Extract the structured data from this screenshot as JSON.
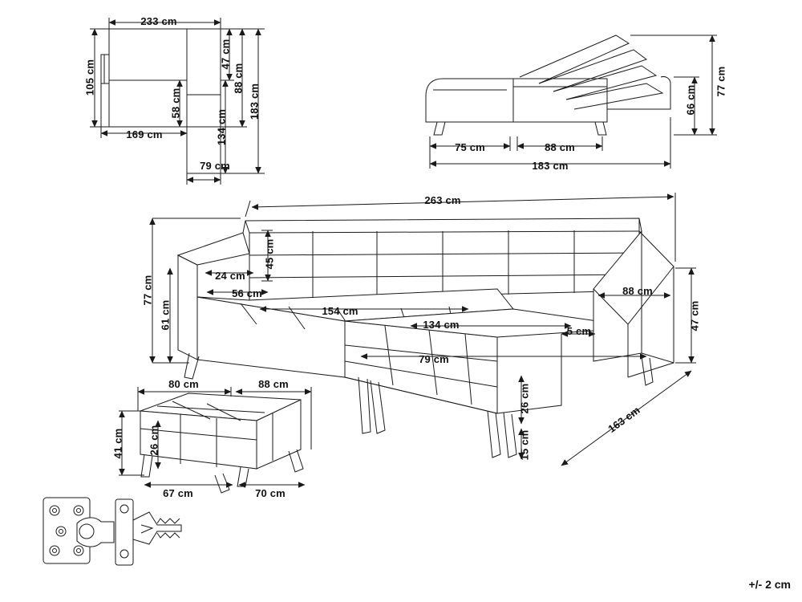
{
  "document": {
    "title": "Corner sofa bed technical dimension drawing",
    "tolerance_note": "+/- 2 cm",
    "units": "cm"
  },
  "views": {
    "top_view": {
      "name": "Top view (bed open)",
      "labels": [
        {
          "id": "top-233",
          "text": "233 cm",
          "orient": "h"
        },
        {
          "id": "top-105",
          "text": "105 cm",
          "orient": "v"
        },
        {
          "id": "top-47",
          "text": "47 cm",
          "orient": "v"
        },
        {
          "id": "top-58",
          "text": "58 cm",
          "orient": "v"
        },
        {
          "id": "top-88",
          "text": "88 cm",
          "orient": "v"
        },
        {
          "id": "top-134",
          "text": "134 cm",
          "orient": "v"
        },
        {
          "id": "top-183",
          "text": "183 cm",
          "orient": "v"
        },
        {
          "id": "top-169",
          "text": "169 cm",
          "orient": "h"
        },
        {
          "id": "top-79",
          "text": "79 cm",
          "orient": "h"
        }
      ]
    },
    "side_view": {
      "name": "Side view (reclining backrest)",
      "labels": [
        {
          "id": "side-66",
          "text": "66 cm",
          "orient": "v"
        },
        {
          "id": "side-77",
          "text": "77 cm",
          "orient": "v"
        },
        {
          "id": "side-75",
          "text": "75 cm",
          "orient": "h"
        },
        {
          "id": "side-88",
          "text": "88 cm",
          "orient": "h"
        },
        {
          "id": "side-183",
          "text": "183 cm",
          "orient": "h"
        }
      ]
    },
    "main_view": {
      "name": "Perspective view of corner sofa",
      "labels": [
        {
          "id": "main-263",
          "text": "263 cm",
          "orient": "h"
        },
        {
          "id": "main-77",
          "text": "77 cm",
          "orient": "v"
        },
        {
          "id": "main-61",
          "text": "61 cm",
          "orient": "v"
        },
        {
          "id": "main-45",
          "text": "45 cm",
          "orient": "v"
        },
        {
          "id": "main-24",
          "text": "24 cm",
          "orient": "h"
        },
        {
          "id": "main-56",
          "text": "56 cm",
          "orient": "h"
        },
        {
          "id": "main-154",
          "text": "154 cm",
          "orient": "h"
        },
        {
          "id": "main-134",
          "text": "134 cm",
          "orient": "h"
        },
        {
          "id": "main-79",
          "text": "79 cm",
          "orient": "h"
        },
        {
          "id": "main-88",
          "text": "88 cm",
          "orient": "h"
        },
        {
          "id": "main-5",
          "text": "5 cm",
          "orient": "h"
        },
        {
          "id": "main-47",
          "text": "47 cm",
          "orient": "v"
        },
        {
          "id": "main-26",
          "text": "26 cm",
          "orient": "v"
        },
        {
          "id": "main-15",
          "text": "15 cm",
          "orient": "v"
        },
        {
          "id": "main-163",
          "text": "163 cm",
          "orient": "d"
        }
      ]
    },
    "ottoman_view": {
      "name": "Ottoman / footstool view",
      "labels": [
        {
          "id": "ott-80",
          "text": "80 cm",
          "orient": "h"
        },
        {
          "id": "ott-88",
          "text": "88 cm",
          "orient": "h"
        },
        {
          "id": "ott-41",
          "text": "41 cm",
          "orient": "v"
        },
        {
          "id": "ott-26",
          "text": "26 cm",
          "orient": "v"
        },
        {
          "id": "ott-67",
          "text": "67 cm",
          "orient": "h"
        },
        {
          "id": "ott-70",
          "text": "70 cm",
          "orient": "h"
        }
      ]
    },
    "hardware_view": {
      "name": "Mounting bracket / connector hardware detail",
      "labels": []
    }
  },
  "colors": {
    "line": "#1a1a1a",
    "fill": "#ffffff",
    "background": "#ffffff"
  }
}
